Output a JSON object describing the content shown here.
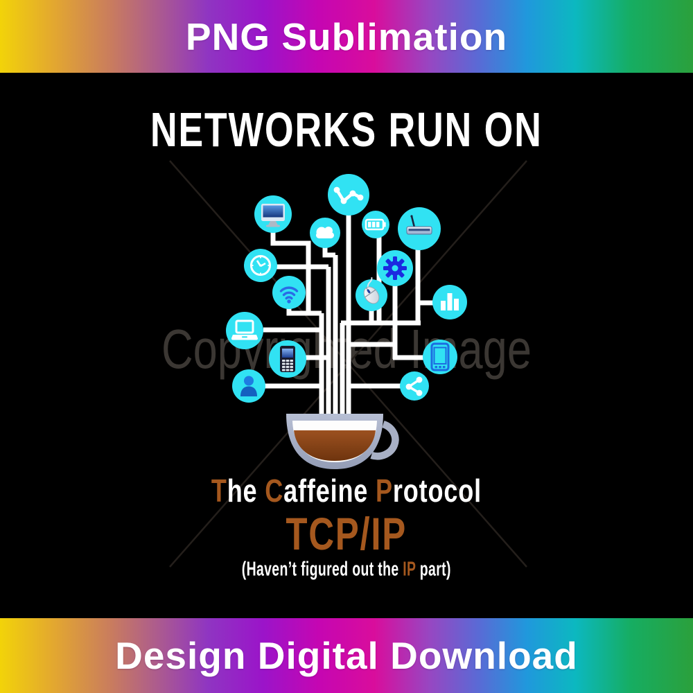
{
  "banners": {
    "top_label": "PNG Sublimation",
    "bottom_label": "Design Digital Download",
    "text_color": "#ffffff",
    "gradient_colors": [
      "#f2d309",
      "#e2a631",
      "#c97c5e",
      "#ab5a90",
      "#8f35c2",
      "#9b14c9",
      "#c506b2",
      "#d90d9c",
      "#9747c2",
      "#5a6ad5",
      "#2098dc",
      "#0cb8c0",
      "#16ad62",
      "#2ba03c"
    ]
  },
  "design": {
    "title": "NETWORKS RUN ON",
    "watermark": "Copyrighted Image",
    "protocol": [
      {
        "initial": "T",
        "rest": "he "
      },
      {
        "initial": "C",
        "rest": "affeine "
      },
      {
        "initial": "P",
        "rest": "rotocol"
      }
    ],
    "tcpip": "TCP/IP",
    "caption": {
      "prefix": "(Haven’t figured out the ",
      "accent": "IP",
      "suffix": " part)"
    },
    "colors": {
      "accent_brown": "#a5581e",
      "icon_circle_cyan": "#31e2f3",
      "connector_white": "#ffffff",
      "cup_body_gray": "#a8b0c5",
      "coffee_brown": "#8a4517",
      "watermark_gray": "#3b3733",
      "background": "#000000"
    },
    "icons": [
      "line-chart-icon",
      "desktop-monitor-icon",
      "cloud-icon",
      "battery-icon",
      "router-icon",
      "clock-icon",
      "gear-icon",
      "wifi-icon",
      "mouse-icon",
      "bar-chart-icon",
      "laptop-icon",
      "cellphone-icon",
      "smartphone-icon",
      "user-icon",
      "share-icon",
      "coffee-cup-icon"
    ]
  }
}
